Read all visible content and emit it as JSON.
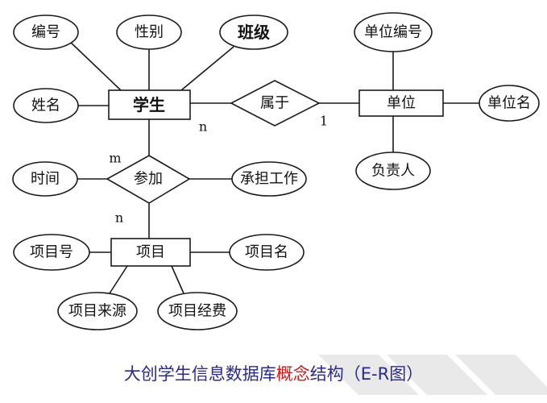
{
  "diagram": {
    "entities": {
      "student": "学生",
      "unit": "单位",
      "project": "项目"
    },
    "relations": {
      "belongs": "属于",
      "participate": "参加"
    },
    "attributes": {
      "stu_no": "编号",
      "gender": "性别",
      "class": "班级",
      "name": "姓名",
      "unit_no": "单位编号",
      "unit_name": "单位名",
      "leader": "负责人",
      "time": "时间",
      "work": "承担工作",
      "proj_no": "项目号",
      "proj_name": "项目名",
      "proj_source": "项目来源",
      "proj_fund": "项目经费"
    },
    "cardinalities": {
      "student_belongs": "n",
      "belongs_unit": "1",
      "student_participate": "m",
      "participate_project": "n"
    }
  },
  "caption": {
    "part1": "大创学生信息数据库",
    "highlight": "概念",
    "part2": "结构（E-R图）"
  },
  "colors": {
    "caption_text": "#2a2a8c",
    "caption_highlight": "#d11a1a",
    "stroke": "#1a1a1a"
  }
}
